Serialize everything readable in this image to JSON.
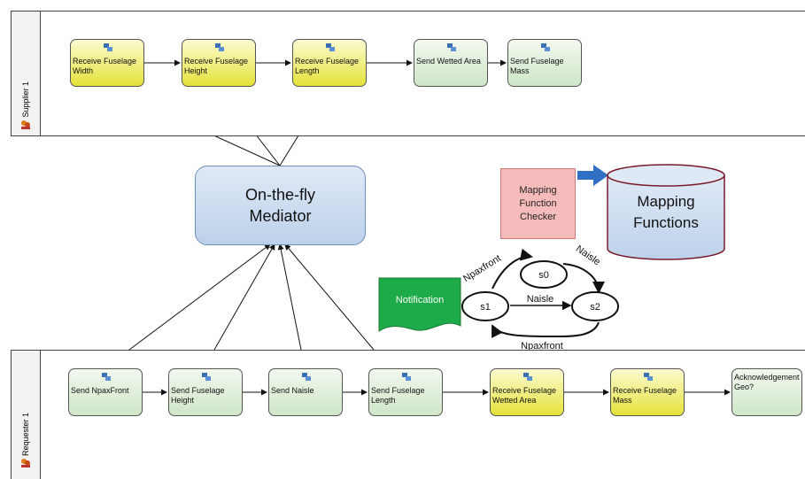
{
  "supplier_lane": {
    "label": "Supplier 1",
    "tasks": [
      {
        "label": "Receive Fuselage Width",
        "color": "yellow"
      },
      {
        "label": "Receive Fuselage Height",
        "color": "yellow"
      },
      {
        "label": "Receive Fuselage Length",
        "color": "yellow"
      },
      {
        "label": "Send Wetted Area",
        "color": "green"
      },
      {
        "label": "Send Fuselage Mass",
        "color": "green"
      }
    ]
  },
  "requester_lane": {
    "label": "Requester 1",
    "tasks": [
      {
        "label": "Send NpaxFront",
        "color": "green"
      },
      {
        "label": "Send Fuselage Height",
        "color": "green"
      },
      {
        "label": "Send Naisle",
        "color": "green"
      },
      {
        "label": "Send Fuselage Length",
        "color": "green"
      },
      {
        "label": "Receive Fuselage Wetted Area",
        "color": "yellow"
      },
      {
        "label": "Receive Fuselage Mass",
        "color": "yellow"
      },
      {
        "label": "AcknowledgementGeo?",
        "color": "green"
      }
    ]
  },
  "mediator": {
    "label": "On-the-fly Mediator"
  },
  "checker": {
    "label": "Mapping Function Checker"
  },
  "database": {
    "label": "Mapping Functions"
  },
  "notification": {
    "label": "Notification"
  },
  "state_machine": {
    "states": [
      "s0",
      "s1",
      "s2"
    ],
    "transitions": [
      {
        "from": "s1",
        "to": "s0",
        "label": "Npaxfront"
      },
      {
        "from": "s0",
        "to": "s2",
        "label": "Naisle"
      },
      {
        "from": "s1",
        "to": "s2",
        "label": "Naisle"
      },
      {
        "from": "s2",
        "to": "s1",
        "label": "Npaxfront"
      }
    ]
  },
  "colors": {
    "task_yellow": "#e5e23a",
    "task_green": "#cfe6c7",
    "mediator_fill": "#bcd1ea",
    "checker_fill": "#f6bcbc",
    "database_fill": "#bcd1ea",
    "notification_fill": "#1daa48",
    "arrow_blue": "#2f6fc4"
  }
}
